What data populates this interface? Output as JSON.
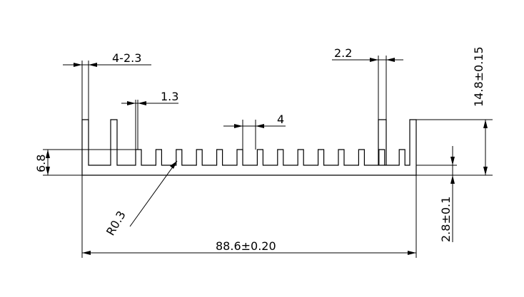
{
  "drawing": {
    "labels": {
      "fin_count_thickness": "4-2.3",
      "fin_thickness_small": "1.3",
      "fin_thickness_large": "2.2",
      "fin_pitch": "4",
      "base_fin_height": "6.8",
      "total_height": "14.8±0.15",
      "base_thickness": "2.8±0.1",
      "overall_width": "88.6±0.20",
      "root_radius": "R0.3"
    }
  }
}
